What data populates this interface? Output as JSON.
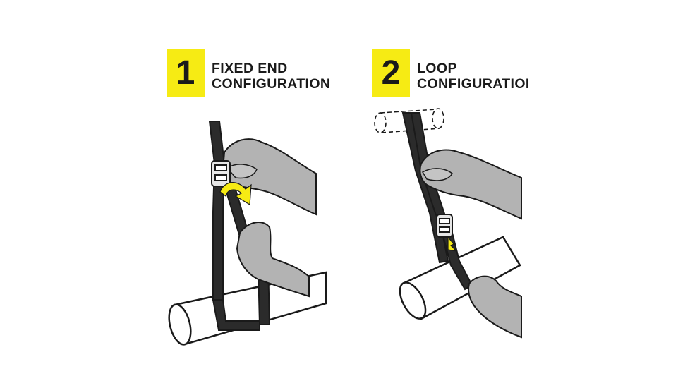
{
  "steps": [
    {
      "number": "1",
      "title_line1": "FIXED END",
      "title_line2": "CONFIGURATION",
      "illustration_icon": "fixed-end-strap-illustration"
    },
    {
      "number": "2",
      "title_line1": "LOOP",
      "title_line2": "CONFIGURATIOI",
      "illustration_icon": "loop-strap-illustration"
    }
  ],
  "colors": {
    "accent": "#f6eb14",
    "strap": "#2b2b2b",
    "hand": "#b3b3b3",
    "outline": "#1a1a1a",
    "arrow": "#f6eb14"
  }
}
